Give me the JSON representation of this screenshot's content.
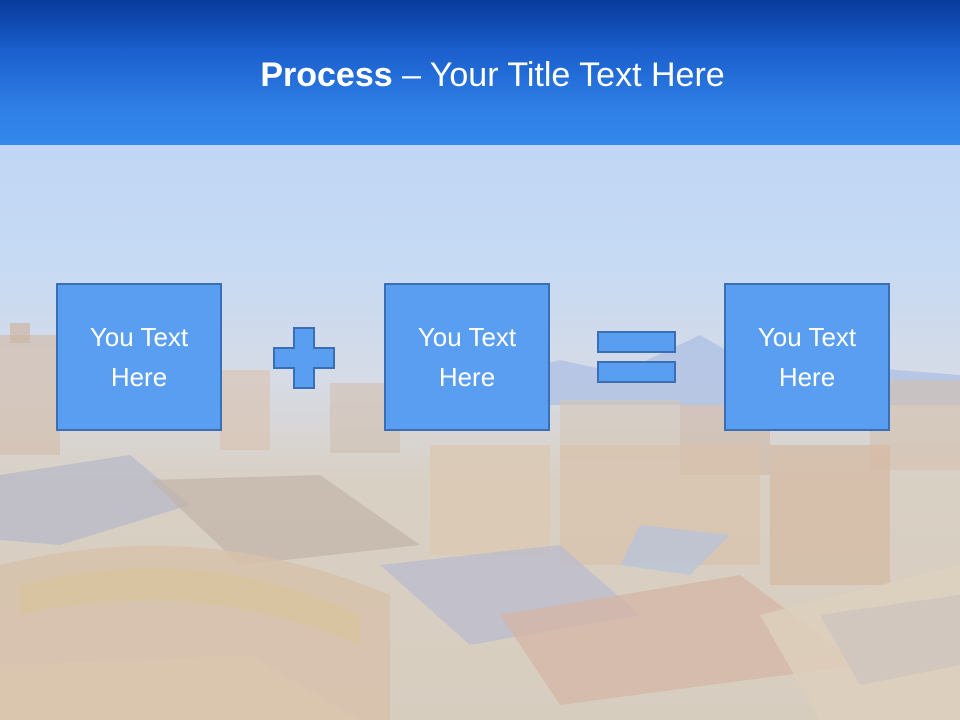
{
  "title": {
    "bold": "Process",
    "dash": " – ",
    "rest": "Your Title Text Here"
  },
  "boxes": [
    {
      "text": "You Text Here"
    },
    {
      "text": "You Text Here"
    },
    {
      "text": "You Text Here"
    }
  ],
  "operators": {
    "first": "plus-icon",
    "second": "equals-icon"
  },
  "colors": {
    "header_top": "#083a9a",
    "header_bottom": "#3388ec",
    "box_fill": "#5a9ef1",
    "box_border": "#3a6fb6",
    "text": "#ffffff"
  }
}
